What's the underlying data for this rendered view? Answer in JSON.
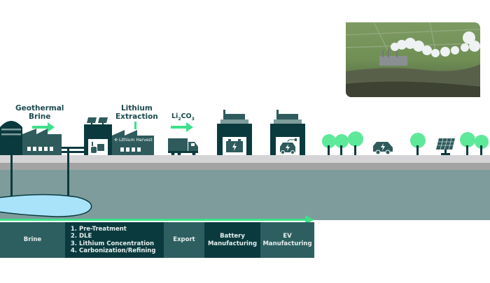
{
  "labels": {
    "geothermal_brine": [
      "Geothermal",
      "Brine"
    ],
    "lithium_extraction": [
      "Lithium",
      "Extraction"
    ],
    "product": "Li",
    "product_sub": "2",
    "product_rest": "CO",
    "product_sub2": "3"
  },
  "factory_brand": "Lithium Harvest",
  "photo": {
    "description": "Aerial photo of geothermal power plant with steam plumes"
  },
  "process_bar": {
    "segments": [
      {
        "label": "Brine"
      },
      {
        "steps": [
          "Pre-Treatment",
          "DLE",
          "Lithium Concentration",
          "Carbonization/Refining"
        ]
      },
      {
        "label": "Export"
      },
      {
        "label": "Battery Manufacturing",
        "lines": [
          "Battery",
          "Manufacturing"
        ]
      },
      {
        "label": "EV Manufacturing",
        "lines": [
          "EV",
          "Manufacturing"
        ]
      }
    ]
  },
  "colors": {
    "dark_teal": "#0b3a3e",
    "mid_teal": "#2e5f60",
    "factory": "#2f5b5d",
    "accent_green": "#3ee08a",
    "tree_green": "#5ee89a",
    "brine_blue": "#a8e3fa",
    "underground": "#7e9c9c"
  }
}
